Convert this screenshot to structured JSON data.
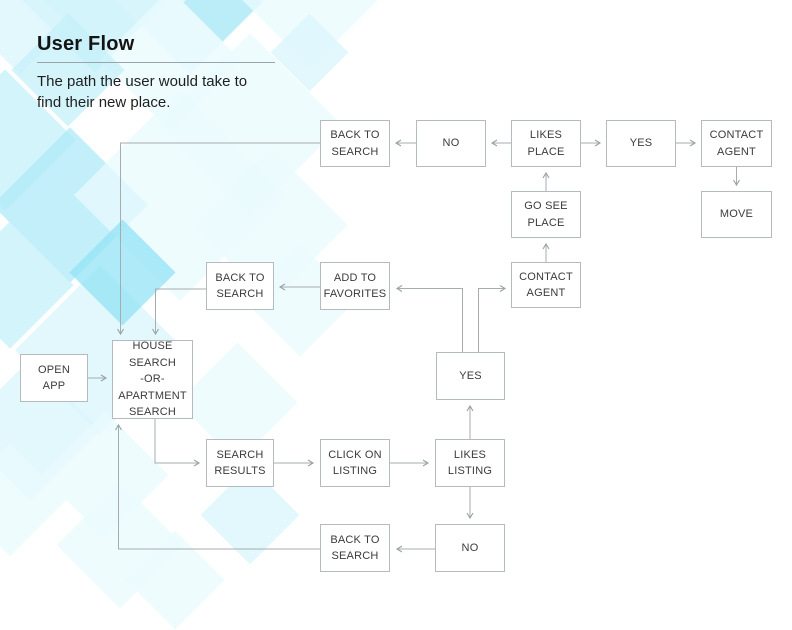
{
  "header": {
    "title": "User Flow",
    "subtitle": "The path the user would take to\nfind their new place."
  },
  "nodes": {
    "open_app": {
      "label": "OPEN\nAPP"
    },
    "house_search": {
      "label": "HOUSE\nSEARCH\n-OR-\nAPARTMENT\nSEARCH"
    },
    "back_to_search_top": {
      "label": "BACK TO\nSEARCH"
    },
    "no_top": {
      "label": "NO"
    },
    "likes_place": {
      "label": "LIKES\nPLACE"
    },
    "yes_top": {
      "label": "YES"
    },
    "contact_agent_top": {
      "label": "CONTACT\nAGENT"
    },
    "move": {
      "label": "MOVE"
    },
    "go_see_place": {
      "label": "GO SEE\nPLACE"
    },
    "back_to_search_mid": {
      "label": "BACK TO\nSEARCH"
    },
    "add_to_favorites": {
      "label": "ADD TO\nFAVORITES"
    },
    "contact_agent_mid": {
      "label": "CONTACT\nAGENT"
    },
    "yes_mid": {
      "label": "YES"
    },
    "search_results": {
      "label": "SEARCH\nRESULTS"
    },
    "click_on_listing": {
      "label": "CLICK ON\nLISTING"
    },
    "likes_listing": {
      "label": "LIKES\nLISTING"
    },
    "back_to_search_bottom": {
      "label": "BACK TO\nSEARCH"
    },
    "no_bottom": {
      "label": "NO"
    }
  },
  "edges": [
    {
      "from": "open_app",
      "to": "house_search"
    },
    {
      "from": "house_search",
      "to": "search_results"
    },
    {
      "from": "search_results",
      "to": "click_on_listing"
    },
    {
      "from": "click_on_listing",
      "to": "likes_listing"
    },
    {
      "from": "likes_listing",
      "to": "yes_mid"
    },
    {
      "from": "likes_listing",
      "to": "no_bottom"
    },
    {
      "from": "no_bottom",
      "to": "back_to_search_bottom"
    },
    {
      "from": "back_to_search_bottom",
      "to": "house_search"
    },
    {
      "from": "yes_mid",
      "to": "add_to_favorites"
    },
    {
      "from": "yes_mid",
      "to": "contact_agent_mid"
    },
    {
      "from": "add_to_favorites",
      "to": "back_to_search_mid"
    },
    {
      "from": "back_to_search_mid",
      "to": "house_search"
    },
    {
      "from": "contact_agent_mid",
      "to": "go_see_place"
    },
    {
      "from": "go_see_place",
      "to": "likes_place"
    },
    {
      "from": "likes_place",
      "to": "no_top"
    },
    {
      "from": "no_top",
      "to": "back_to_search_top"
    },
    {
      "from": "back_to_search_top",
      "to": "house_search"
    },
    {
      "from": "likes_place",
      "to": "yes_top"
    },
    {
      "from": "yes_top",
      "to": "contact_agent_top"
    },
    {
      "from": "contact_agent_top",
      "to": "move"
    }
  ],
  "colors": {
    "line": "#a6acb0",
    "box_border": "#b5babd",
    "box_fill": "#ffffff",
    "text": "#3b3b3b",
    "diamond_palette": [
      "#e9fbfe",
      "#d9f6fc",
      "#c6f0fa",
      "#aeeaf7",
      "#93e3f4"
    ]
  }
}
